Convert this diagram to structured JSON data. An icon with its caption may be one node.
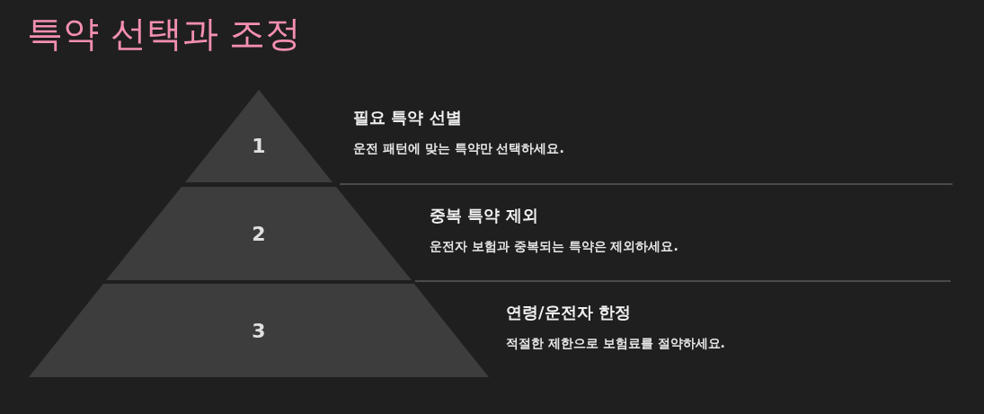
{
  "diagram": {
    "title": "특약 선택과 조정",
    "nodes": [
      {
        "text": [
          "1"
        ],
        "beside": [
          "필요 특약 선별",
          "운전 패턴에 맞는 특약만 선택하세요."
        ]
      },
      {
        "text": [
          "2"
        ],
        "beside": [
          "중복 특약 제외",
          "운전자 보험과 중복되는 특약은 제외하세요."
        ]
      },
      {
        "text": [
          "3"
        ],
        "beside": [
          "연령/운전자 한정",
          "적절한 제한으로 보험료를 절약하세요."
        ]
      }
    ]
  }
}
